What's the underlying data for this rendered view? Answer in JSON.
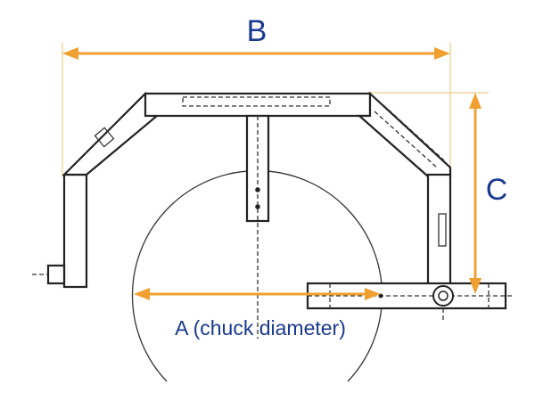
{
  "labels": {
    "b": "B",
    "c": "C",
    "a": "A (chuck diameter)"
  },
  "colors": {
    "dimension": "#f0a030",
    "label_text": "#1a3a8f",
    "outline": "#222222"
  }
}
